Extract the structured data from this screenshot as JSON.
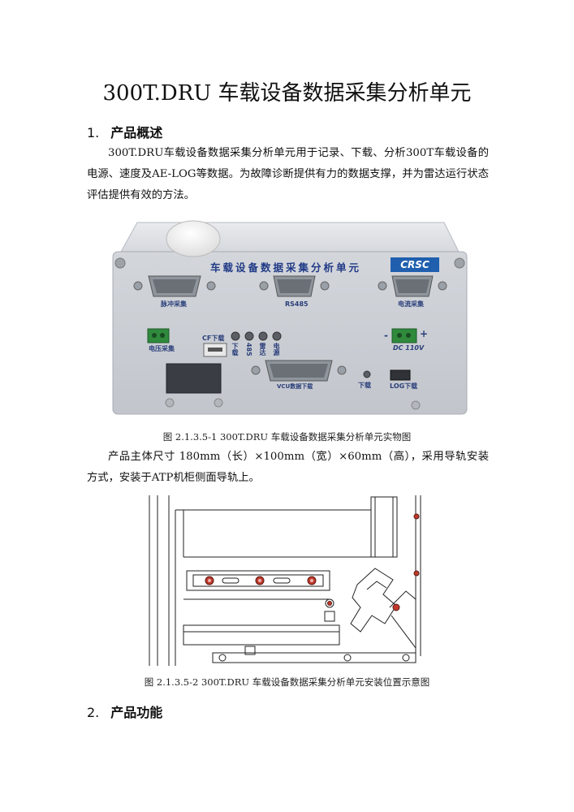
{
  "title": "300T.DRU 车载设备数据采集分析单元",
  "section1": {
    "number": "1.",
    "heading": "产品概述",
    "paragraph": "300T.DRU车载设备数据采集分析单元用于记录、下载、分析300T车载设备的电源、速度及AE-LOG等数据。为故障诊断提供有力的数据支撑，并为雷达运行状态评估提供有效的方法。"
  },
  "figure1": {
    "caption": "图 2.1.3.5-1 300T.DRU 车载设备数据采集分析单元实物图",
    "device": {
      "banner": "车载设备数据采集分析单元",
      "brand": "CRSC",
      "labels": {
        "pulse": "脉冲采集",
        "rs485": "RS485",
        "current": "电流采集",
        "voltage": "电压采集",
        "cf": "CF下载",
        "led1": "下载",
        "led2": "485",
        "led3": "雷达",
        "led4": "电源",
        "dc_minus": "-",
        "dc_plus": "+",
        "dc": "DC 110V",
        "vcu": "VCU数据下载",
        "download": "下载",
        "log": "LOG下载"
      }
    }
  },
  "paragraph2": "产品主体尺寸 180mm（长）×100mm（宽）×60mm（高），采用导轨安装方式，安装于ATP机柜侧面导轨上。",
  "figure2": {
    "caption": "图 2.1.3.5-2 300T.DRU 车载设备数据采集分析单元安装位置示意图"
  },
  "section2": {
    "number": "2.",
    "heading": "产品功能"
  },
  "colors": {
    "panel": "#c9cdd4",
    "label_blue": "#2a3e7a",
    "connector_green": "#2f8a3c",
    "marker_red": "#c0392b"
  }
}
